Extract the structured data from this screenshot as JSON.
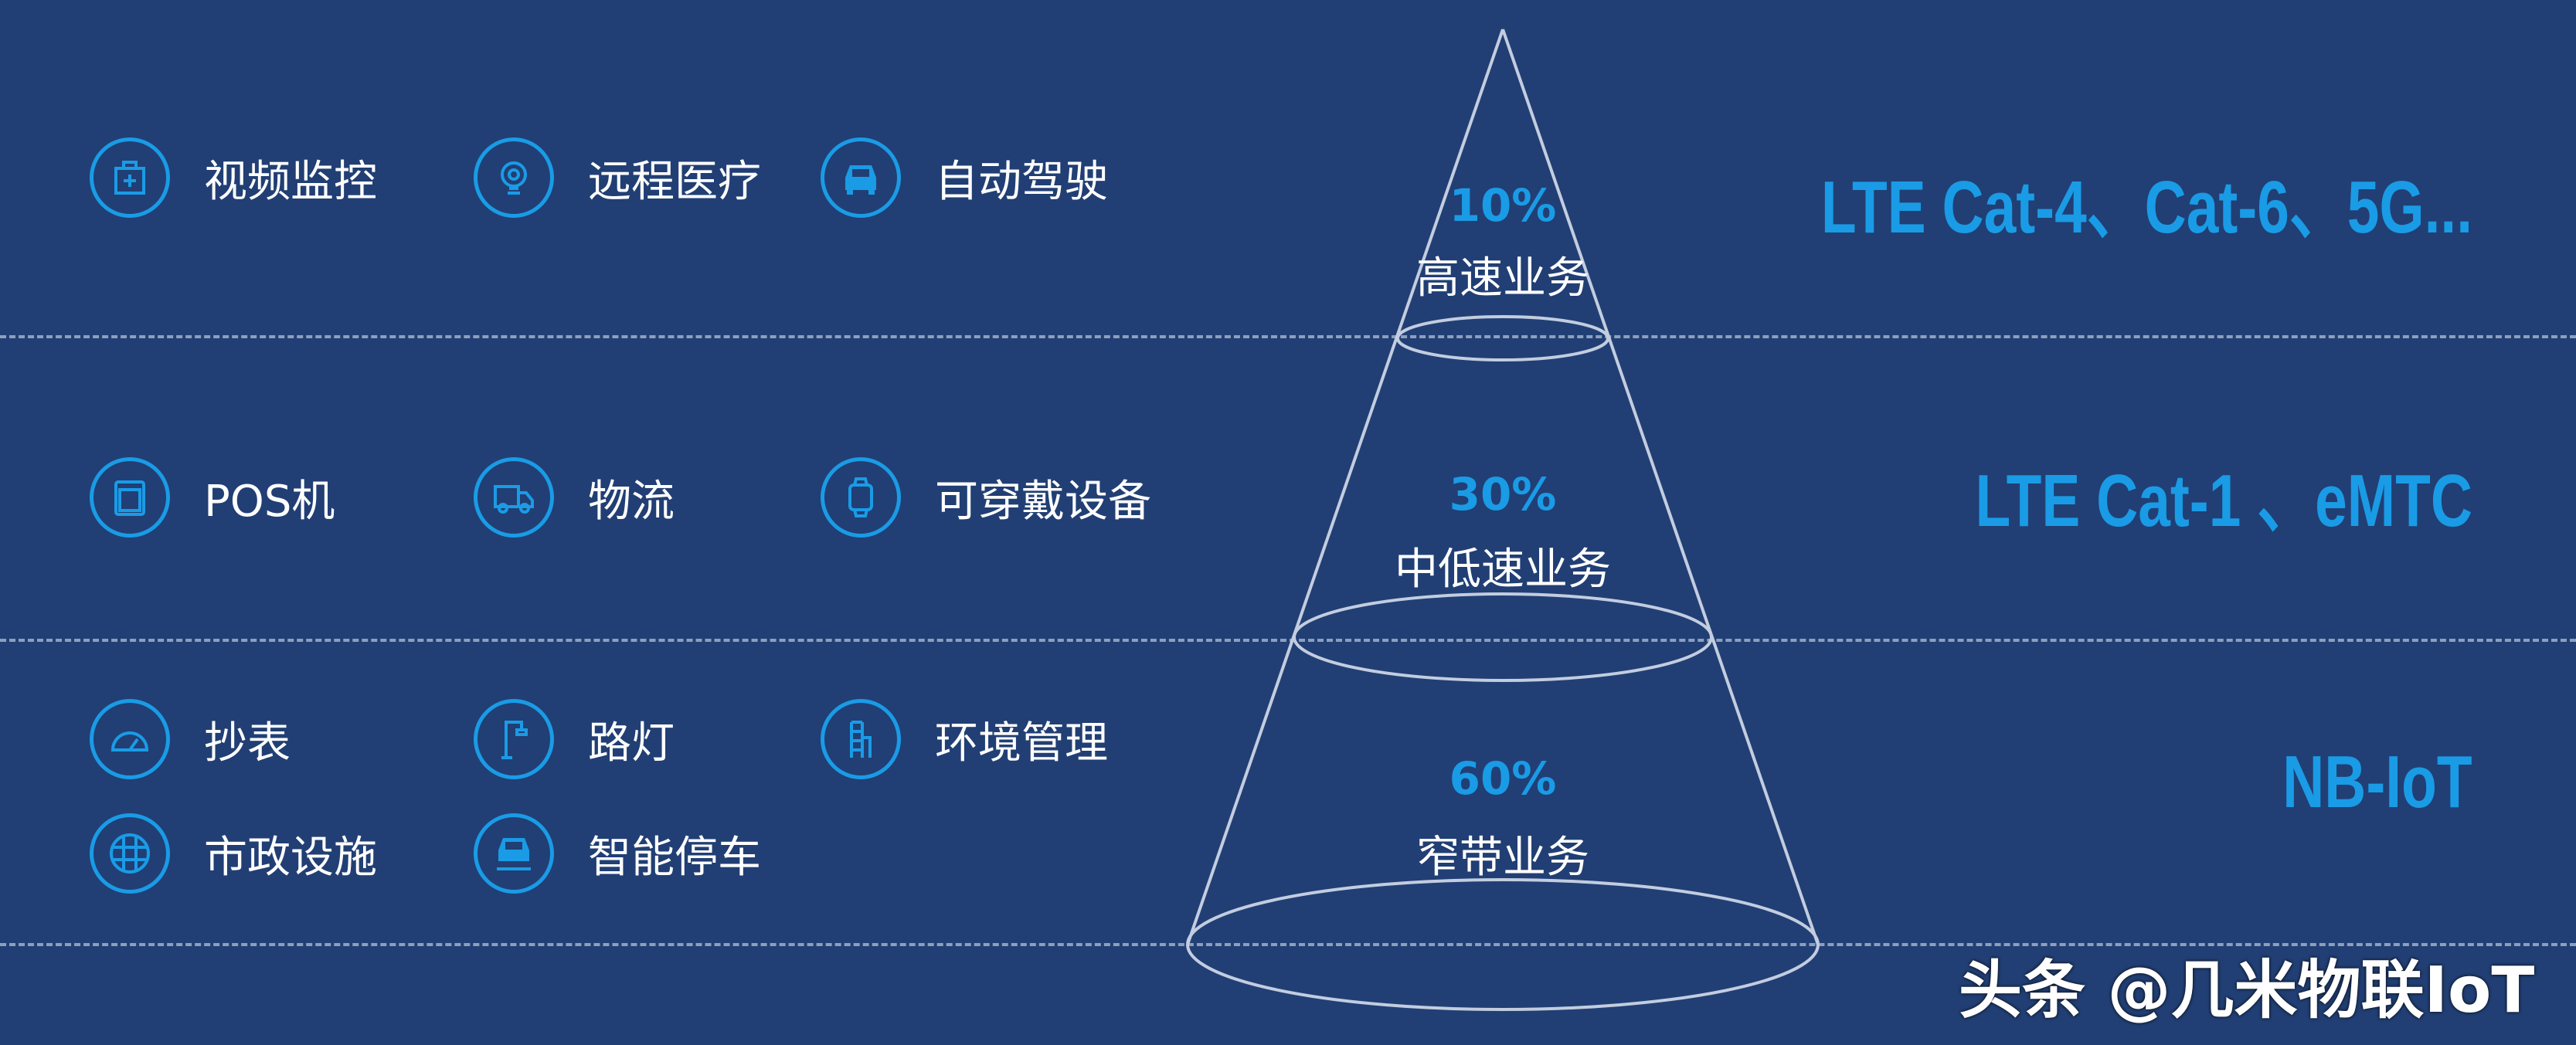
{
  "accent_color": "#1a9be6",
  "background_color": "#213f74",
  "tiers": [
    {
      "percent": "10%",
      "service": "高速业务",
      "technology": "LTE Cat-4、Cat-6、5G..."
    },
    {
      "percent": "30%",
      "service": "中低速业务",
      "technology": "LTE Cat-1 、eMTC"
    },
    {
      "percent": "60%",
      "service": "窄带业务",
      "technology": "NB-IoT"
    }
  ],
  "applications": {
    "high": [
      {
        "label": "视频监控",
        "icon": "medical-kit-icon"
      },
      {
        "label": "远程医疗",
        "icon": "webcam-icon"
      },
      {
        "label": "自动驾驶",
        "icon": "car-icon"
      }
    ],
    "mid": [
      {
        "label": "POS机",
        "icon": "pos-terminal-icon"
      },
      {
        "label": "物流",
        "icon": "truck-icon"
      },
      {
        "label": "可穿戴设备",
        "icon": "smartwatch-icon"
      }
    ],
    "low": [
      {
        "label": "抄表",
        "icon": "meter-gauge-icon"
      },
      {
        "label": "路灯",
        "icon": "street-lamp-icon"
      },
      {
        "label": "环境管理",
        "icon": "building-icon"
      },
      {
        "label": "市政设施",
        "icon": "globe-grid-icon"
      },
      {
        "label": "智能停车",
        "icon": "parking-car-icon"
      }
    ]
  },
  "watermark": "头条 @几米物联IoT"
}
